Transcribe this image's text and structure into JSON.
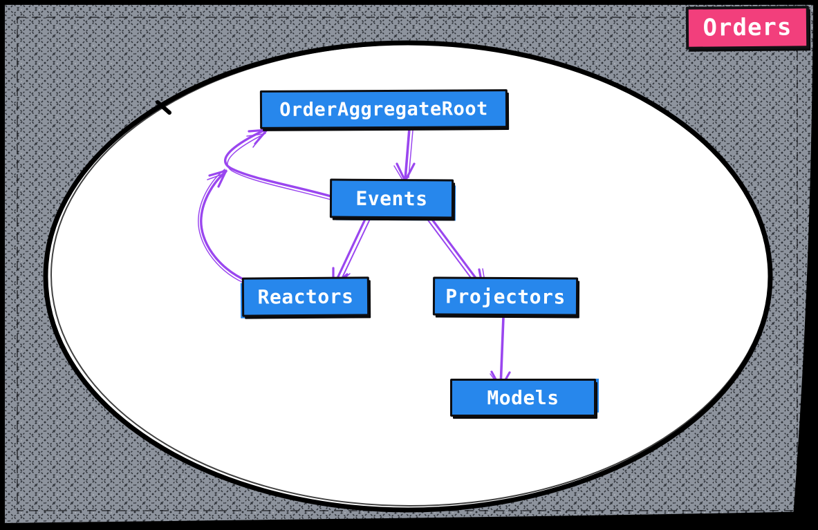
{
  "context_label": {
    "text": "Orders"
  },
  "diagram": {
    "type": "flow",
    "boundary": {
      "shape": "ellipse"
    },
    "nodes": [
      {
        "id": "order-aggregate-root",
        "label": "OrderAggregateRoot",
        "shape": "rectangle",
        "fill": "#2787ec"
      },
      {
        "id": "events",
        "label": "Events",
        "shape": "rectangle",
        "fill": "#2787ec"
      },
      {
        "id": "reactors",
        "label": "Reactors",
        "shape": "rectangle",
        "fill": "#2787ec"
      },
      {
        "id": "projectors",
        "label": "Projectors",
        "shape": "rectangle",
        "fill": "#2787ec"
      },
      {
        "id": "models",
        "label": "Models",
        "shape": "rectangle",
        "fill": "#2787ec"
      }
    ],
    "edges": [
      {
        "from": "order-aggregate-root",
        "to": "events"
      },
      {
        "from": "events",
        "to": "reactors"
      },
      {
        "from": "events",
        "to": "projectors"
      },
      {
        "from": "events",
        "to": "order-aggregate-root"
      },
      {
        "from": "reactors",
        "to": "order-aggregate-root"
      },
      {
        "from": "projectors",
        "to": "models"
      }
    ]
  },
  "colors": {
    "background_hatch": "#8d939d",
    "frame": "#000000",
    "boundary_fill": "#ffffff",
    "boundary_stroke": "#000000",
    "node_fill": "#2787ec",
    "node_text": "#ffffff",
    "arrow": "#9a46ef",
    "context_label_fill": "#f23f7c",
    "context_label_text": "#ffffff"
  }
}
